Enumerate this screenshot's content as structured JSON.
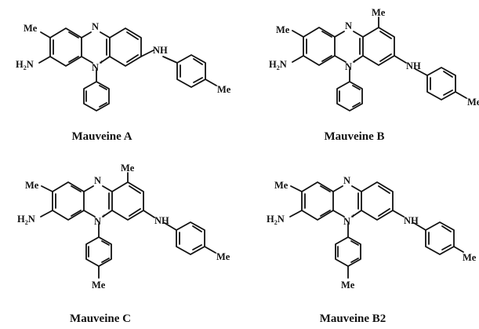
{
  "molecules": [
    {
      "caption": "Mauveine A",
      "labels": {
        "n_top": "N",
        "n_ring": "N",
        "n_charge": "+",
        "methyl_left": "Me",
        "amino": "H",
        "amino_n": "N",
        "amino_2": "2",
        "nh": "NH",
        "tolyl_me": "Me"
      }
    },
    {
      "caption": "Mauveine B",
      "labels": {
        "n_top": "N",
        "n_ring": "N",
        "n_charge": "+",
        "methyl_left": "Me",
        "methyl_ring": "Me",
        "amino": "H",
        "amino_n": "N",
        "amino_2": "2",
        "nh": "NH",
        "tolyl_me": "Me"
      }
    },
    {
      "caption": "Mauveine C",
      "labels": {
        "n_top": "N",
        "n_ring": "N",
        "n_charge": "+",
        "methyl_left": "Me",
        "methyl_ring": "Me",
        "amino": "H",
        "amino_n": "N",
        "amino_2": "2",
        "nh": "NH",
        "tolyl_me": "Me",
        "phenyl_me": "Me"
      }
    },
    {
      "caption": "Mauveine B2",
      "labels": {
        "n_top": "N",
        "n_ring": "N",
        "n_charge": "+",
        "methyl_left": "Me",
        "amino": "H",
        "amino_n": "N",
        "amino_2": "2",
        "nh": "NH",
        "tolyl_me": "Me",
        "phenyl_me": "Me"
      }
    }
  ]
}
